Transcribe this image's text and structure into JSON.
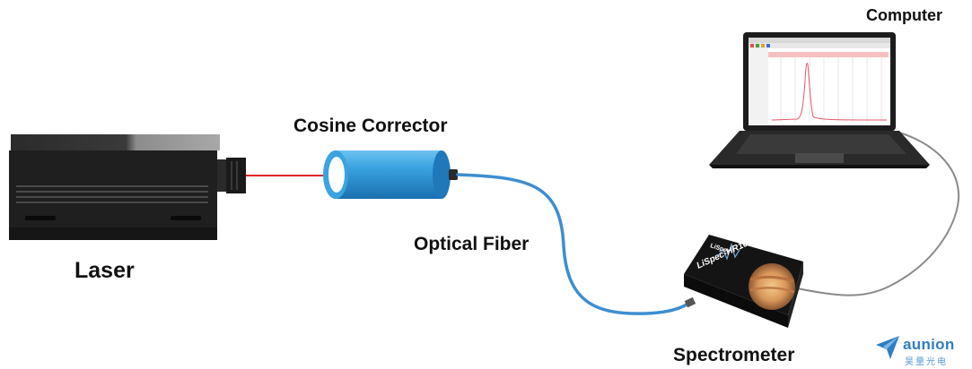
{
  "labels": {
    "laser": "Laser",
    "cosine_corrector": "Cosine Corrector",
    "optical_fiber": "Optical Fiber",
    "spectrometer": "Spectrometer",
    "computer": "Computer"
  },
  "spectrometer_device": {
    "brand": "LiSpec",
    "model": "LiSpec-HR100"
  },
  "brand": {
    "name": "aunion",
    "subtitle": "昊量光电",
    "icon": "paper-plane-logo"
  },
  "colors": {
    "laser_beam": "#e0252b",
    "fiber": "#3d8ed0",
    "cable": "#8a8a8a",
    "brand": "#2f7ec2"
  }
}
